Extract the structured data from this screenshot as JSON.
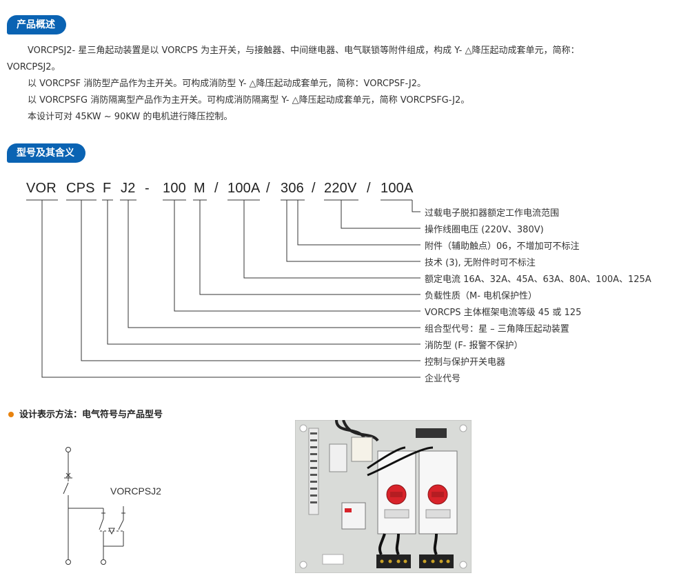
{
  "sections": {
    "overview_title": "产品概述",
    "model_title": "型号及其含义"
  },
  "overview": {
    "p1a": "VORCPSJ2- 星三角起动装置是以 VORCPS 为主开关，与接触器、中间继电器、电气联锁等附件组成，构成 Y- △降压起动成套单元，简称：",
    "p1b": "VORCPSJ2。",
    "p2": "以 VORCPSF 消防型产品作为主开关。可构成消防型 Y- △降压起动成套单元，简称：VORCPSF-J2。",
    "p3": "以 VORCPSFG 消防隔离型产品作为主开关。可构成消防隔离型 Y- △降压起动成套单元，简称 VORCPSFG-J2。",
    "p4": "本设计可对 45KW ~ 90KW 的电机进行降压控制。"
  },
  "model_code": {
    "parts": [
      "VOR",
      "CPS",
      "F",
      "J2",
      "-",
      "100",
      "M",
      "/",
      "100A",
      "/",
      "306",
      "/",
      "220V",
      "/",
      "100A"
    ]
  },
  "model_meanings": [
    "过载电子脱扣器额定工作电流范围",
    "操作线圈电压 (220V、380V)",
    "附件（辅助触点）06，不增加可不标注",
    "技术 (3), 无附件时可不标注",
    "额定电流 16A、32A、45A、63A、80A、100A、125A",
    "负载性质（M- 电机保护性）",
    "VORCPS 主体框架电流等级 45 或 125",
    "组合型代号：星 – 三角降压起动装置",
    "消防型 (F- 报警不保护）",
    "控制与保护开关电器",
    "企业代号"
  ],
  "design": {
    "title": "设计表示方法：电气符号与产品型号",
    "symbol_label": "VORCPSJ2"
  },
  "colors": {
    "tab_blue": "#0a63b3",
    "bullet_orange": "#e8830f",
    "breaker_red": "#d8232a"
  }
}
